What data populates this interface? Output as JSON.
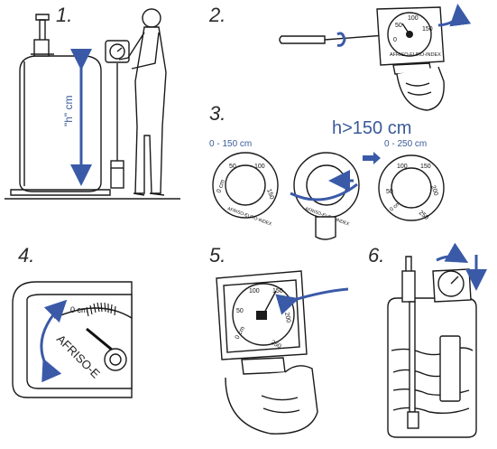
{
  "steps": [
    "1.",
    "2.",
    "3.",
    "4.",
    "5.",
    "6."
  ],
  "panel1": {
    "height_label": "\"h\" cm"
  },
  "panel3": {
    "headline": "h>150 cm",
    "range_small": "0 - 150 cm",
    "range_large": "0 - 250 cm",
    "dial_small": [
      "0 cm",
      "50",
      "100",
      "150"
    ],
    "dial_large": [
      "0 cm",
      "50",
      "100",
      "150",
      "200",
      "250"
    ],
    "brand": "AFRISO-EURO-INDEX"
  },
  "panel2": {
    "dial": [
      "50",
      "100",
      "150",
      "0"
    ],
    "brand": "AFRISO-EURO-INDEX"
  },
  "panel4": {
    "zero_label": "0 cm",
    "brand": "AFRISO-E"
  },
  "panel5": {
    "dial": [
      "0 cm",
      "50",
      "100",
      "150",
      "200",
      "250"
    ]
  },
  "colors": {
    "arrow": "#3a5aa8",
    "ink": "#1a1a1a",
    "label": "#3a5a9a"
  }
}
